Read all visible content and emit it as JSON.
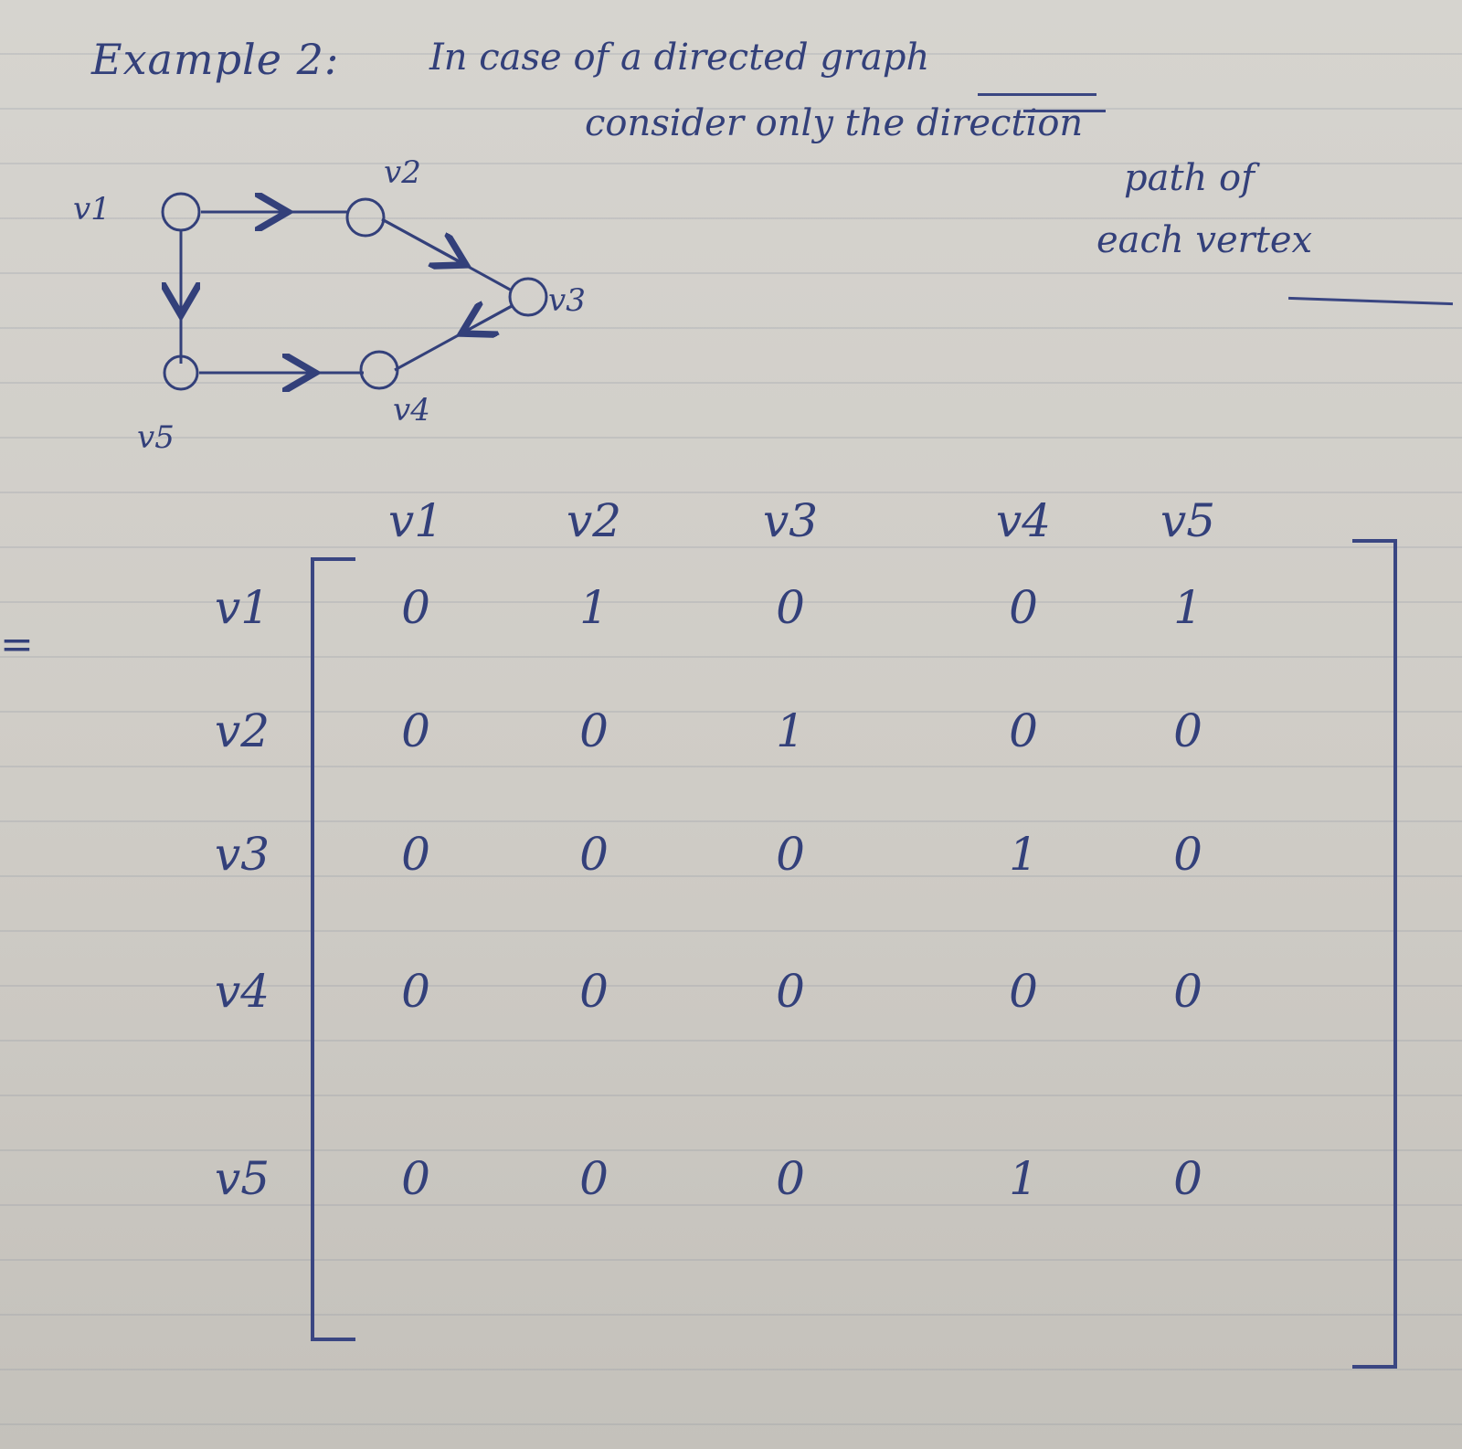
{
  "heading": "Example 2:",
  "note": {
    "line1": "In case of a directed graph",
    "line2": "consider only the direction",
    "line3": "path of",
    "line4": "each vertex"
  },
  "graph": {
    "vertices": [
      {
        "id": "v1",
        "label": "v1"
      },
      {
        "id": "v2",
        "label": "v2"
      },
      {
        "id": "v3",
        "label": "v3"
      },
      {
        "id": "v4",
        "label": "v4"
      },
      {
        "id": "v5",
        "label": "v5"
      }
    ],
    "edges": [
      {
        "from": "v1",
        "to": "v2"
      },
      {
        "from": "v2",
        "to": "v3"
      },
      {
        "from": "v3",
        "to": "v4"
      },
      {
        "from": "v1",
        "to": "v5"
      },
      {
        "from": "v5",
        "to": "v4"
      }
    ]
  },
  "matrix": {
    "label": "=",
    "col_headers": [
      "v1",
      "v2",
      "v3",
      "v4",
      "v5"
    ],
    "row_headers": [
      "v1",
      "v2",
      "v3",
      "v4",
      "v5"
    ],
    "rows": [
      [
        "0",
        "1",
        "0",
        "0",
        "1"
      ],
      [
        "0",
        "0",
        "1",
        "0",
        "0"
      ],
      [
        "0",
        "0",
        "0",
        "1",
        "0"
      ],
      [
        "0",
        "0",
        "0",
        "0",
        "0"
      ],
      [
        "0",
        "0",
        "0",
        "1",
        "0"
      ]
    ]
  },
  "colors": {
    "ink": "#33407a",
    "paper": "#d3d0cb"
  }
}
